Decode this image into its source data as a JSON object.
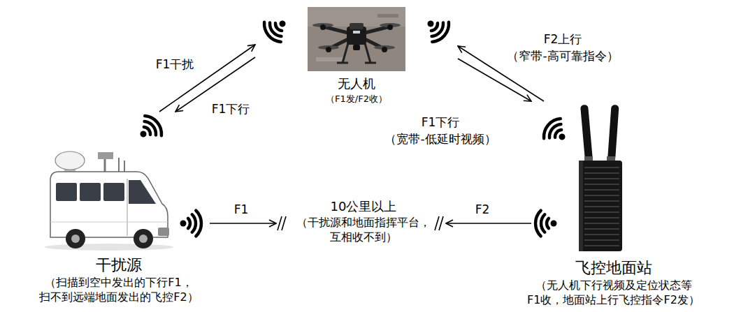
{
  "diagram": {
    "nodes": [
      {
        "text": [
          "无人机",
          "（F1发/F2收）"
        ]
      },
      {
        "text": [
          "干扰源",
          "（扫描到空中发出的下行F1， 扫不到远端地面发出的飞控F2）"
        ]
      },
      {
        "text": [
          "飞控地面站",
          "（无人机下行视频及定位状态等 F1收，地面站上行飞控指令F2发）"
        ]
      }
    ],
    "edges": [
      {
        "from": 1,
        "to": 0,
        "label": "F1干扰",
        "arrow": "to"
      },
      {
        "from": 0,
        "to": 1,
        "label": "F1下行",
        "arrow": "to"
      },
      {
        "from": 2,
        "to": 0,
        "label": "F2上行 （窄带-高可靠指令）",
        "arrow": "to"
      },
      {
        "from": 0,
        "to": 2,
        "label": "F1下行 （宽带-低延时视频）",
        "arrow": "to"
      }
    ],
    "labels": [
      "F1",
      "10公里以上",
      "（干扰源和地面指挥平台， 互相收不到）",
      "F2"
    ]
  }
}
